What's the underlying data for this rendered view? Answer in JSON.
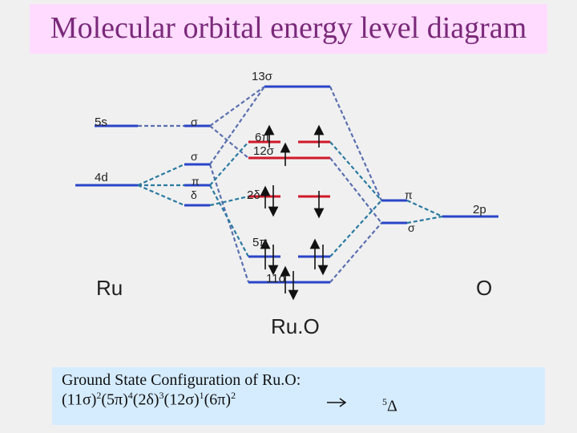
{
  "title": "Molecular orbital energy level diagram",
  "labels": {
    "13sigma": "13σ",
    "5s": "5s",
    "sigma_upper": "σ",
    "sigma_mid": "σ",
    "4d": "4d",
    "pi_left": "π",
    "delta_left": "δ",
    "6pi": "6π",
    "12sigma": "12σ",
    "2delta": "2δ",
    "pi_right": "π",
    "2p": "2p",
    "sigma_right": "σ",
    "5pi": "5π",
    "11sigma": "11σ",
    "ru": "Ru",
    "o": "O",
    "ruo": "Ru.O"
  },
  "footer": {
    "line1": "Ground State Configuration of Ru.O:",
    "config_parts": [
      {
        "base": "(11σ)",
        "exp": "2"
      },
      {
        "base": "(5π)",
        "exp": "4"
      },
      {
        "base": "(2δ)",
        "exp": "3"
      },
      {
        "base": "(12σ)",
        "exp": "1"
      },
      {
        "base": "(6π)",
        "exp": "2"
      }
    ],
    "term_sup": "5",
    "term_base": "Δ"
  },
  "colors": {
    "title_bg": "#ffdcff",
    "title_text": "#7a2a7a",
    "footer_bg": "#d5ecff",
    "blue_level": "#2a44c8",
    "red_level": "#d01828",
    "dashed_blue": "#5a6fb0",
    "dashed_teal": "#2a7aa0"
  }
}
